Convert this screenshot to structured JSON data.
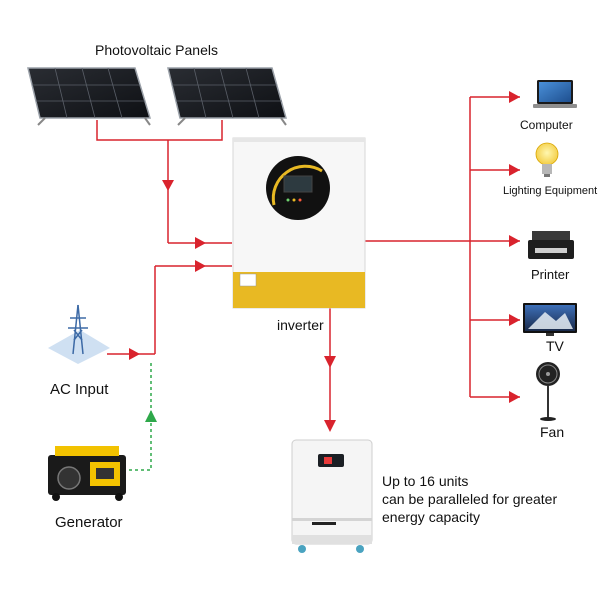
{
  "diagram": {
    "sources": {
      "solar_label": "Photovoltaic Panels",
      "grid_label": "AC Input",
      "generator_label": "Generator"
    },
    "inverter_label": "inverter",
    "loads": [
      {
        "label": "Computer",
        "icon": "laptop-icon"
      },
      {
        "label": "Lighting Equipment",
        "icon": "light-bulb-icon"
      },
      {
        "label": "Printer",
        "icon": "printer-icon"
      },
      {
        "label": "TV",
        "icon": "tv-icon"
      },
      {
        "label": "Fan",
        "icon": "fan-icon"
      }
    ],
    "battery_note": {
      "line1": "Up to 16 units",
      "line2": "can be paralleled for greater",
      "line3": "energy capacity"
    },
    "colors": {
      "power_line": "#d9232d",
      "generator_line": "#2ea84a",
      "inverter_accent": "#e8b923"
    }
  }
}
